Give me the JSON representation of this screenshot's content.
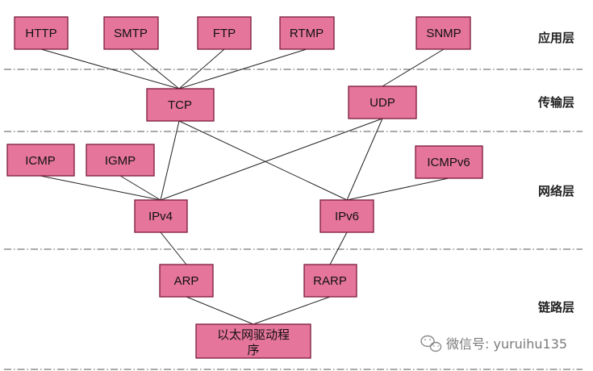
{
  "nodes": {
    "http": "HTTP",
    "smtp": "SMTP",
    "ftp": "FTP",
    "rtmp": "RTMP",
    "snmp": "SNMP",
    "tcp": "TCP",
    "udp": "UDP",
    "icmp": "ICMP",
    "igmp": "IGMP",
    "icmpv6": "ICMPv6",
    "ipv4": "IPv4",
    "ipv6": "IPv6",
    "arp": "ARP",
    "rarp": "RARP",
    "ethernet_driver_line1": "以太网驱动程",
    "ethernet_driver_line2": "序"
  },
  "layers": {
    "application": "应用层",
    "transport": "传输层",
    "network": "网络层",
    "link": "链路层"
  },
  "watermark": {
    "text": "微信号: yuruihu135"
  },
  "colors": {
    "node_fill": "#e5759a",
    "node_border": "#7a1b3a"
  }
}
